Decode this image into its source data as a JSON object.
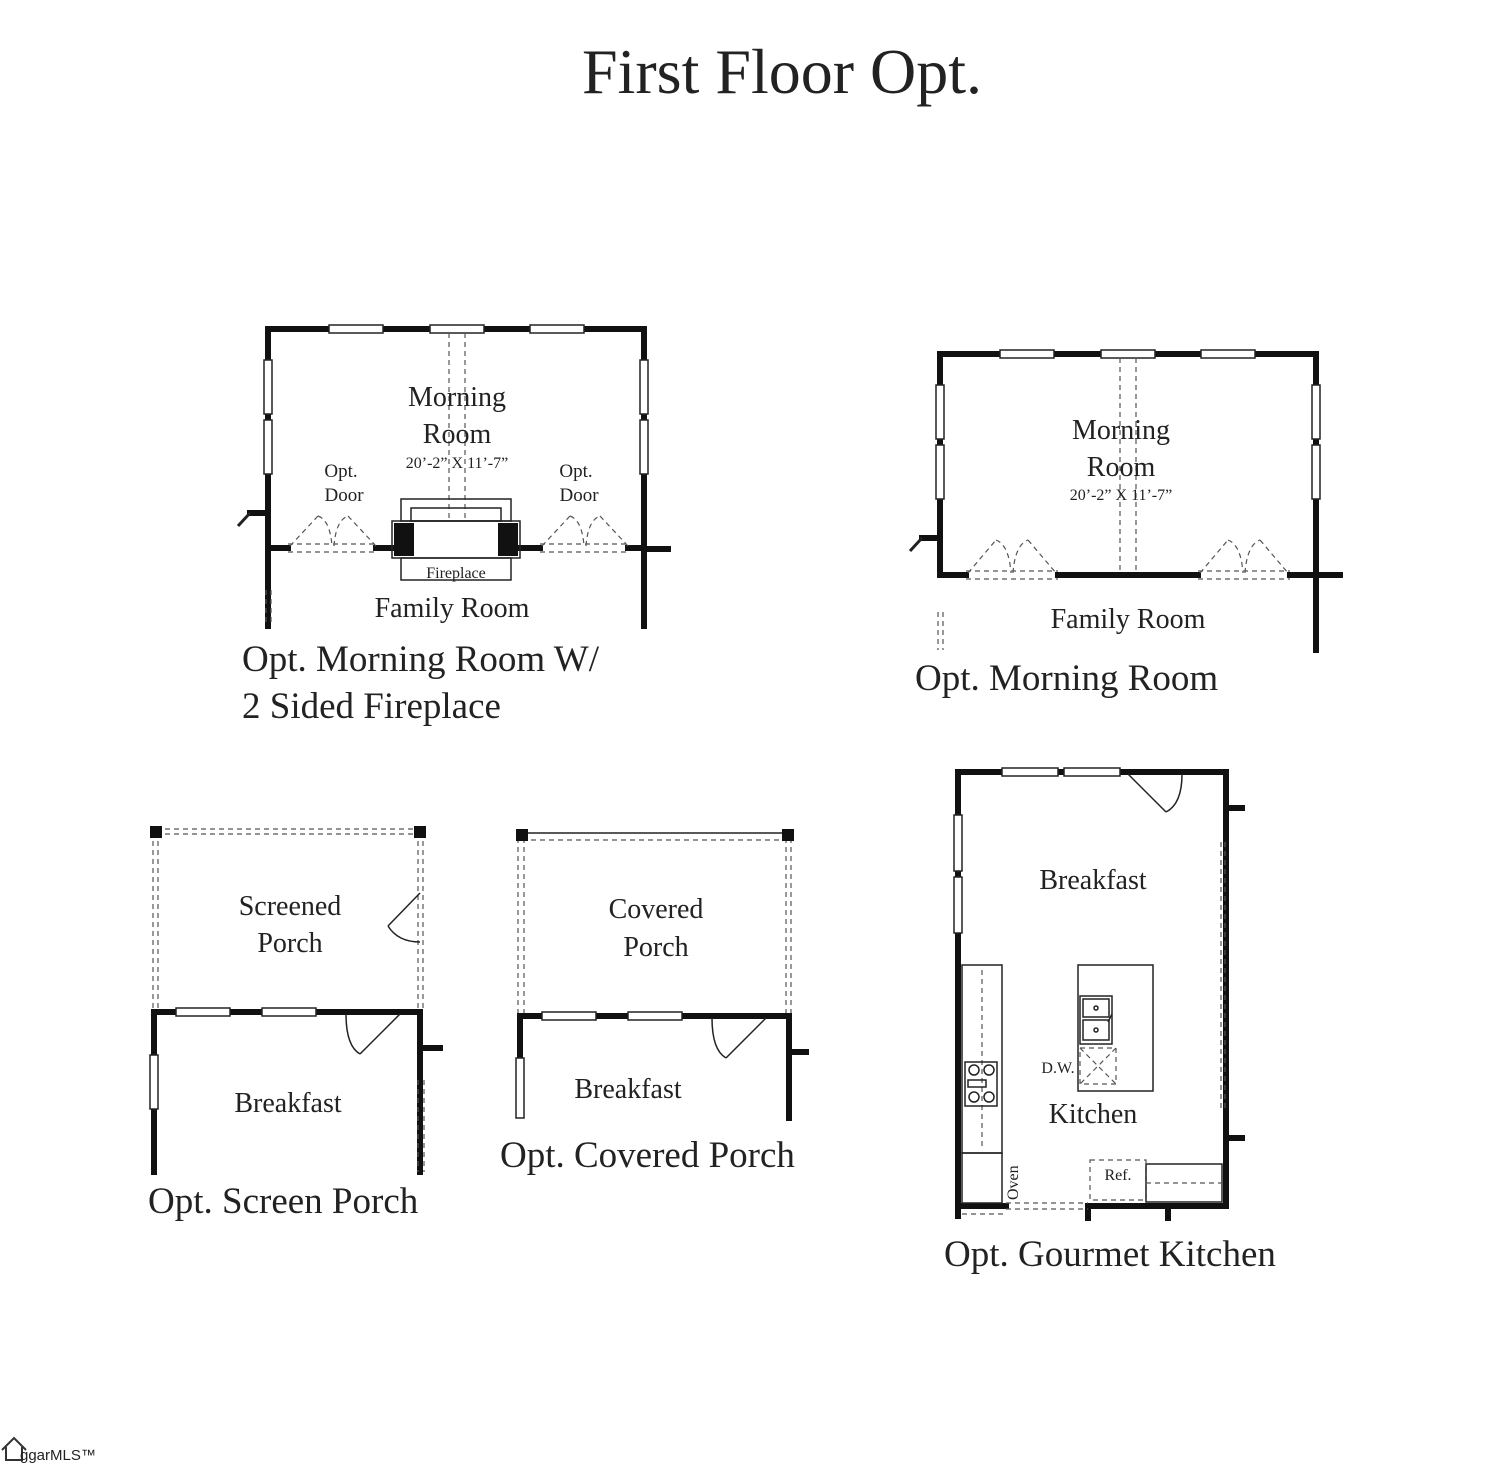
{
  "title": "First Floor Opt.",
  "plans": {
    "fireplace": {
      "caption_line1": "Opt. Morning Room W/",
      "caption_line2": "2 Sided Fireplace",
      "room_line1": "Morning",
      "room_line2": "Room",
      "dimensions": "20’-2” X 11’-7”",
      "opt_door_line1": "Opt.",
      "opt_door_line2": "Door",
      "fireplace_label": "Fireplace",
      "family_room": "Family Room"
    },
    "morning": {
      "caption": "Opt. Morning Room",
      "room_line1": "Morning",
      "room_line2": "Room",
      "dimensions": "20’-2” X 11’-7”",
      "family_room": "Family Room"
    },
    "screen_porch": {
      "caption": "Opt. Screen Porch",
      "room_line1": "Screened",
      "room_line2": "Porch",
      "breakfast": "Breakfast"
    },
    "covered_porch": {
      "caption": "Opt. Covered Porch",
      "room_line1": "Covered",
      "room_line2": "Porch",
      "breakfast": "Breakfast"
    },
    "kitchen": {
      "caption": "Opt. Gourmet Kitchen",
      "breakfast": "Breakfast",
      "kitchen": "Kitchen",
      "dw": "D.W.",
      "ref": "Ref.",
      "oven": "Oven"
    }
  },
  "watermark": "ggarMLS™"
}
